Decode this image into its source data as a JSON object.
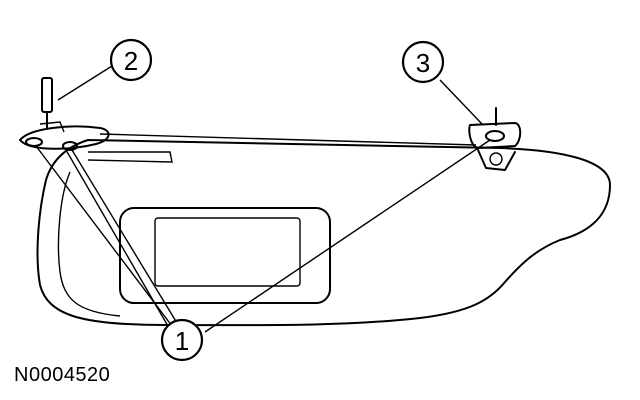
{
  "callouts": [
    {
      "label": "1"
    },
    {
      "label": "2"
    },
    {
      "label": "3"
    }
  ],
  "figure_id": "N0004520",
  "colors": {
    "ink": "#000000",
    "background": "#ffffff"
  }
}
